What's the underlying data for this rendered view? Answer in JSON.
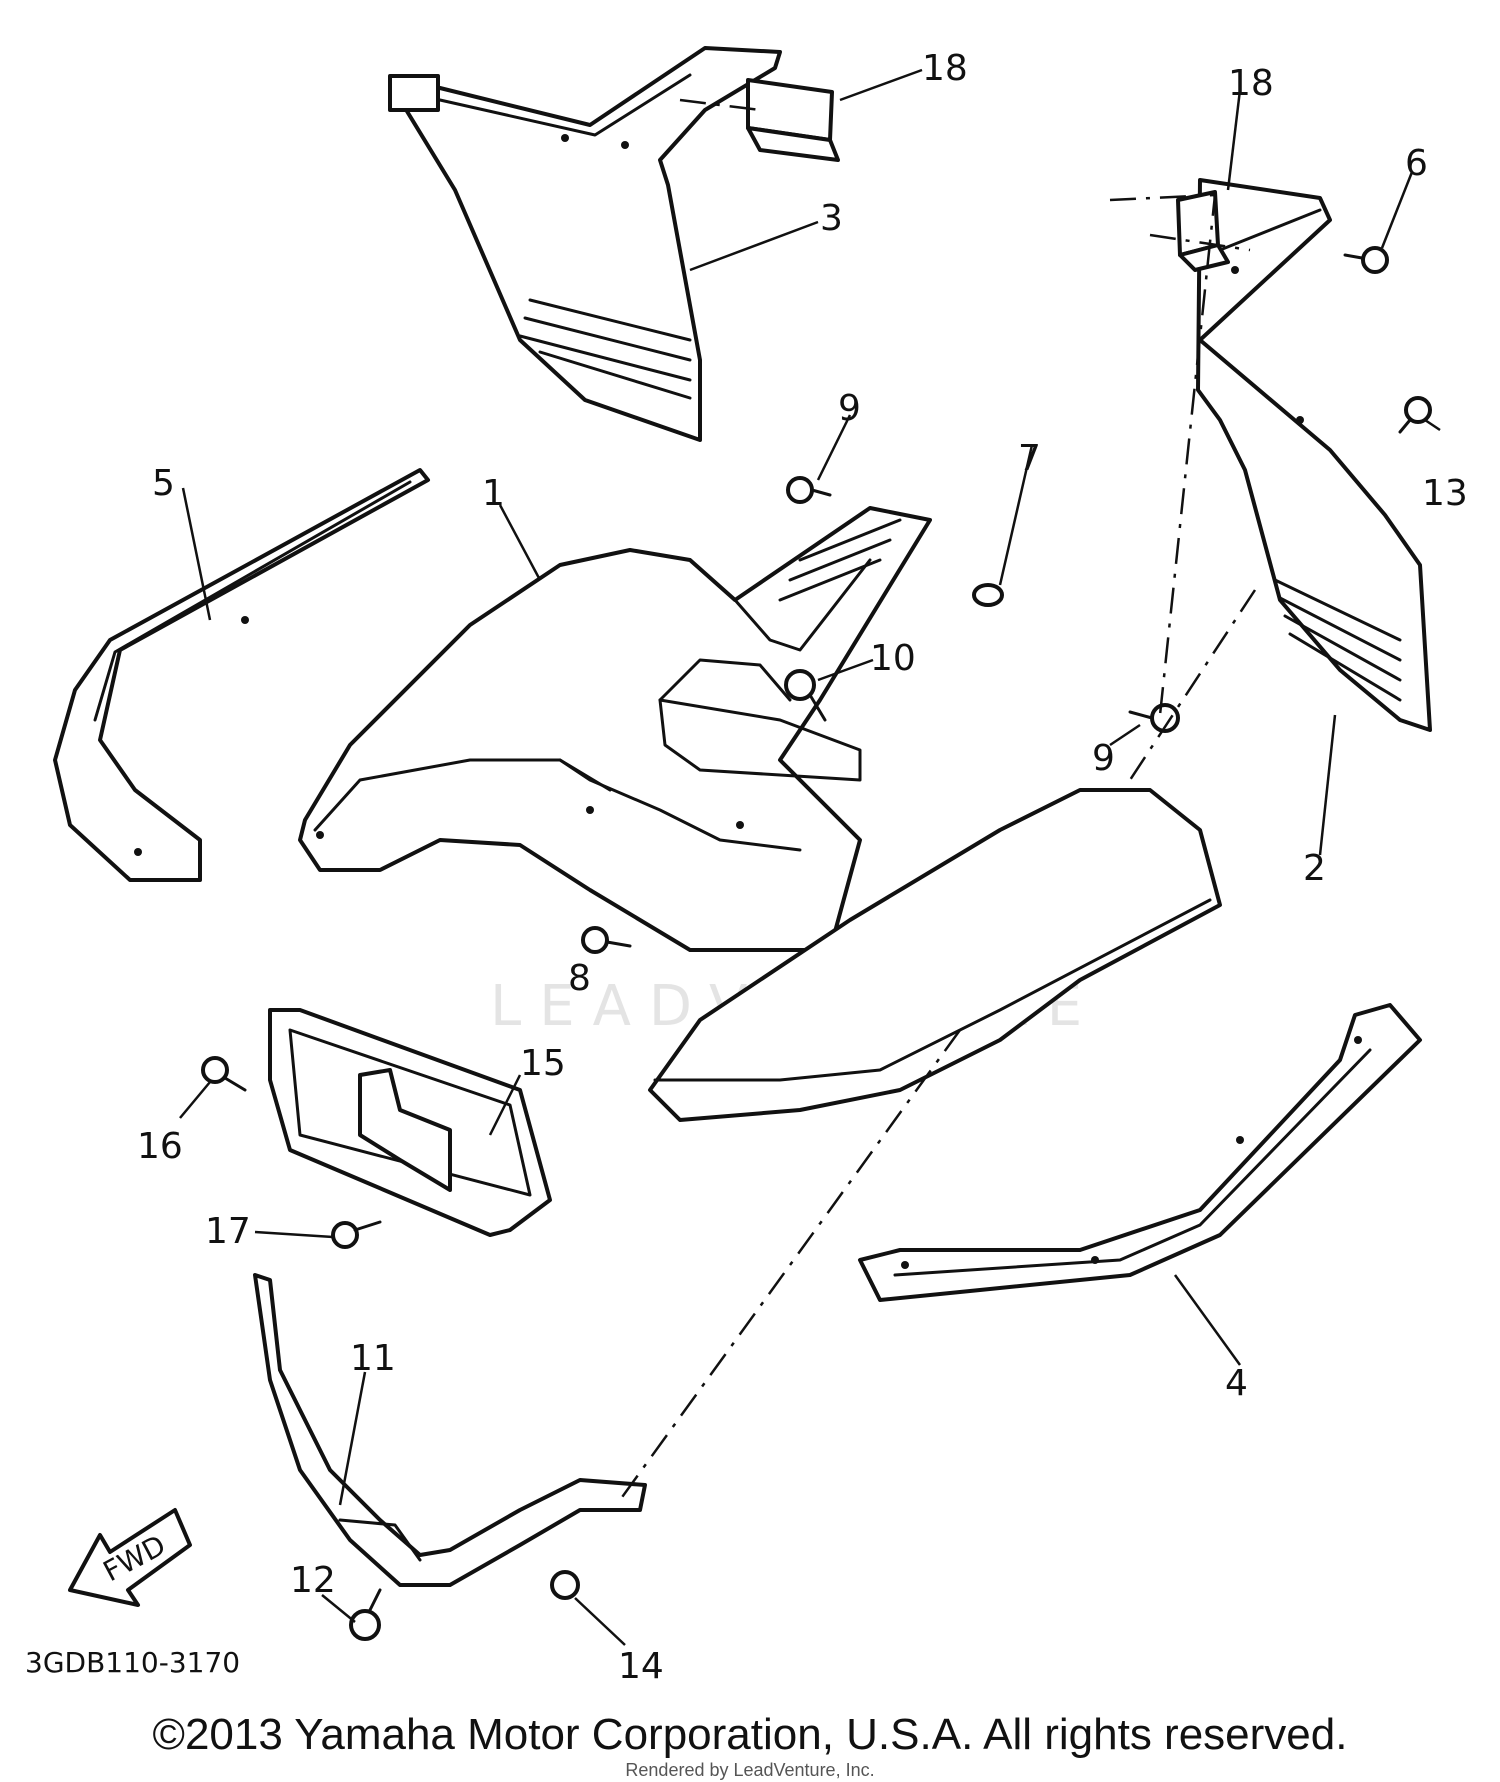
{
  "diagram": {
    "callouts": {
      "p1": "1",
      "p2": "2",
      "p3": "3",
      "p4": "4",
      "p5": "5",
      "p6": "6",
      "p7": "7",
      "p8": "8",
      "p9a": "9",
      "p9b": "9",
      "p10": "10",
      "p11": "11",
      "p12": "12",
      "p13": "13",
      "p14": "14",
      "p15": "15",
      "p16": "16",
      "p17": "17",
      "p18a": "18",
      "p18b": "18"
    },
    "part_code": "3GDB110-3170",
    "fwd_label": "FWD",
    "watermark": "LEADVENTURE"
  },
  "footer": {
    "copyright": "©2013 Yamaha Motor Corporation, U.S.A. All rights reserved.",
    "rendered_by": "Rendered by LeadVenture, Inc."
  }
}
